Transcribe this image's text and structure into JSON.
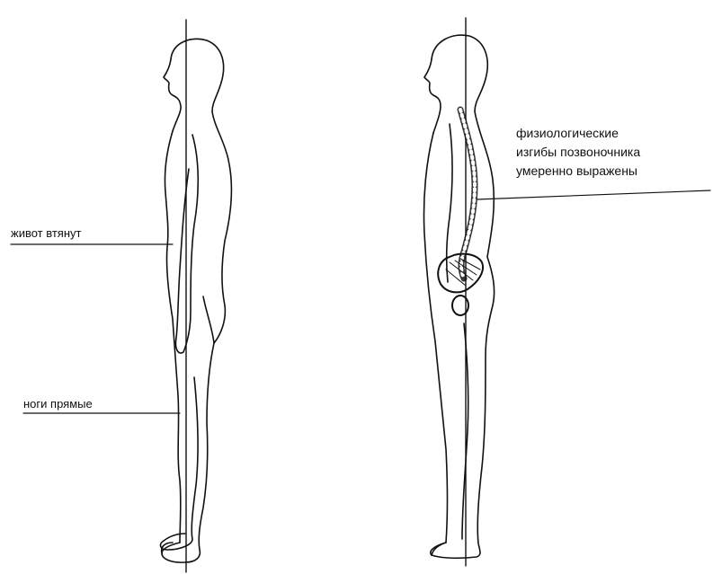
{
  "labels": {
    "belly": "живот втянут",
    "legs": "ноги прямые",
    "spine_line1": "физиологические",
    "spine_line2": "изгибы позвоночника",
    "spine_line3": "умеренно выражены"
  },
  "figures": {
    "left": {
      "icon": "standing-human-side-view-icon"
    },
    "right": {
      "icon": "standing-human-side-view-with-spine-icon"
    }
  },
  "colors": {
    "ink": "#111111",
    "background": "#ffffff"
  }
}
